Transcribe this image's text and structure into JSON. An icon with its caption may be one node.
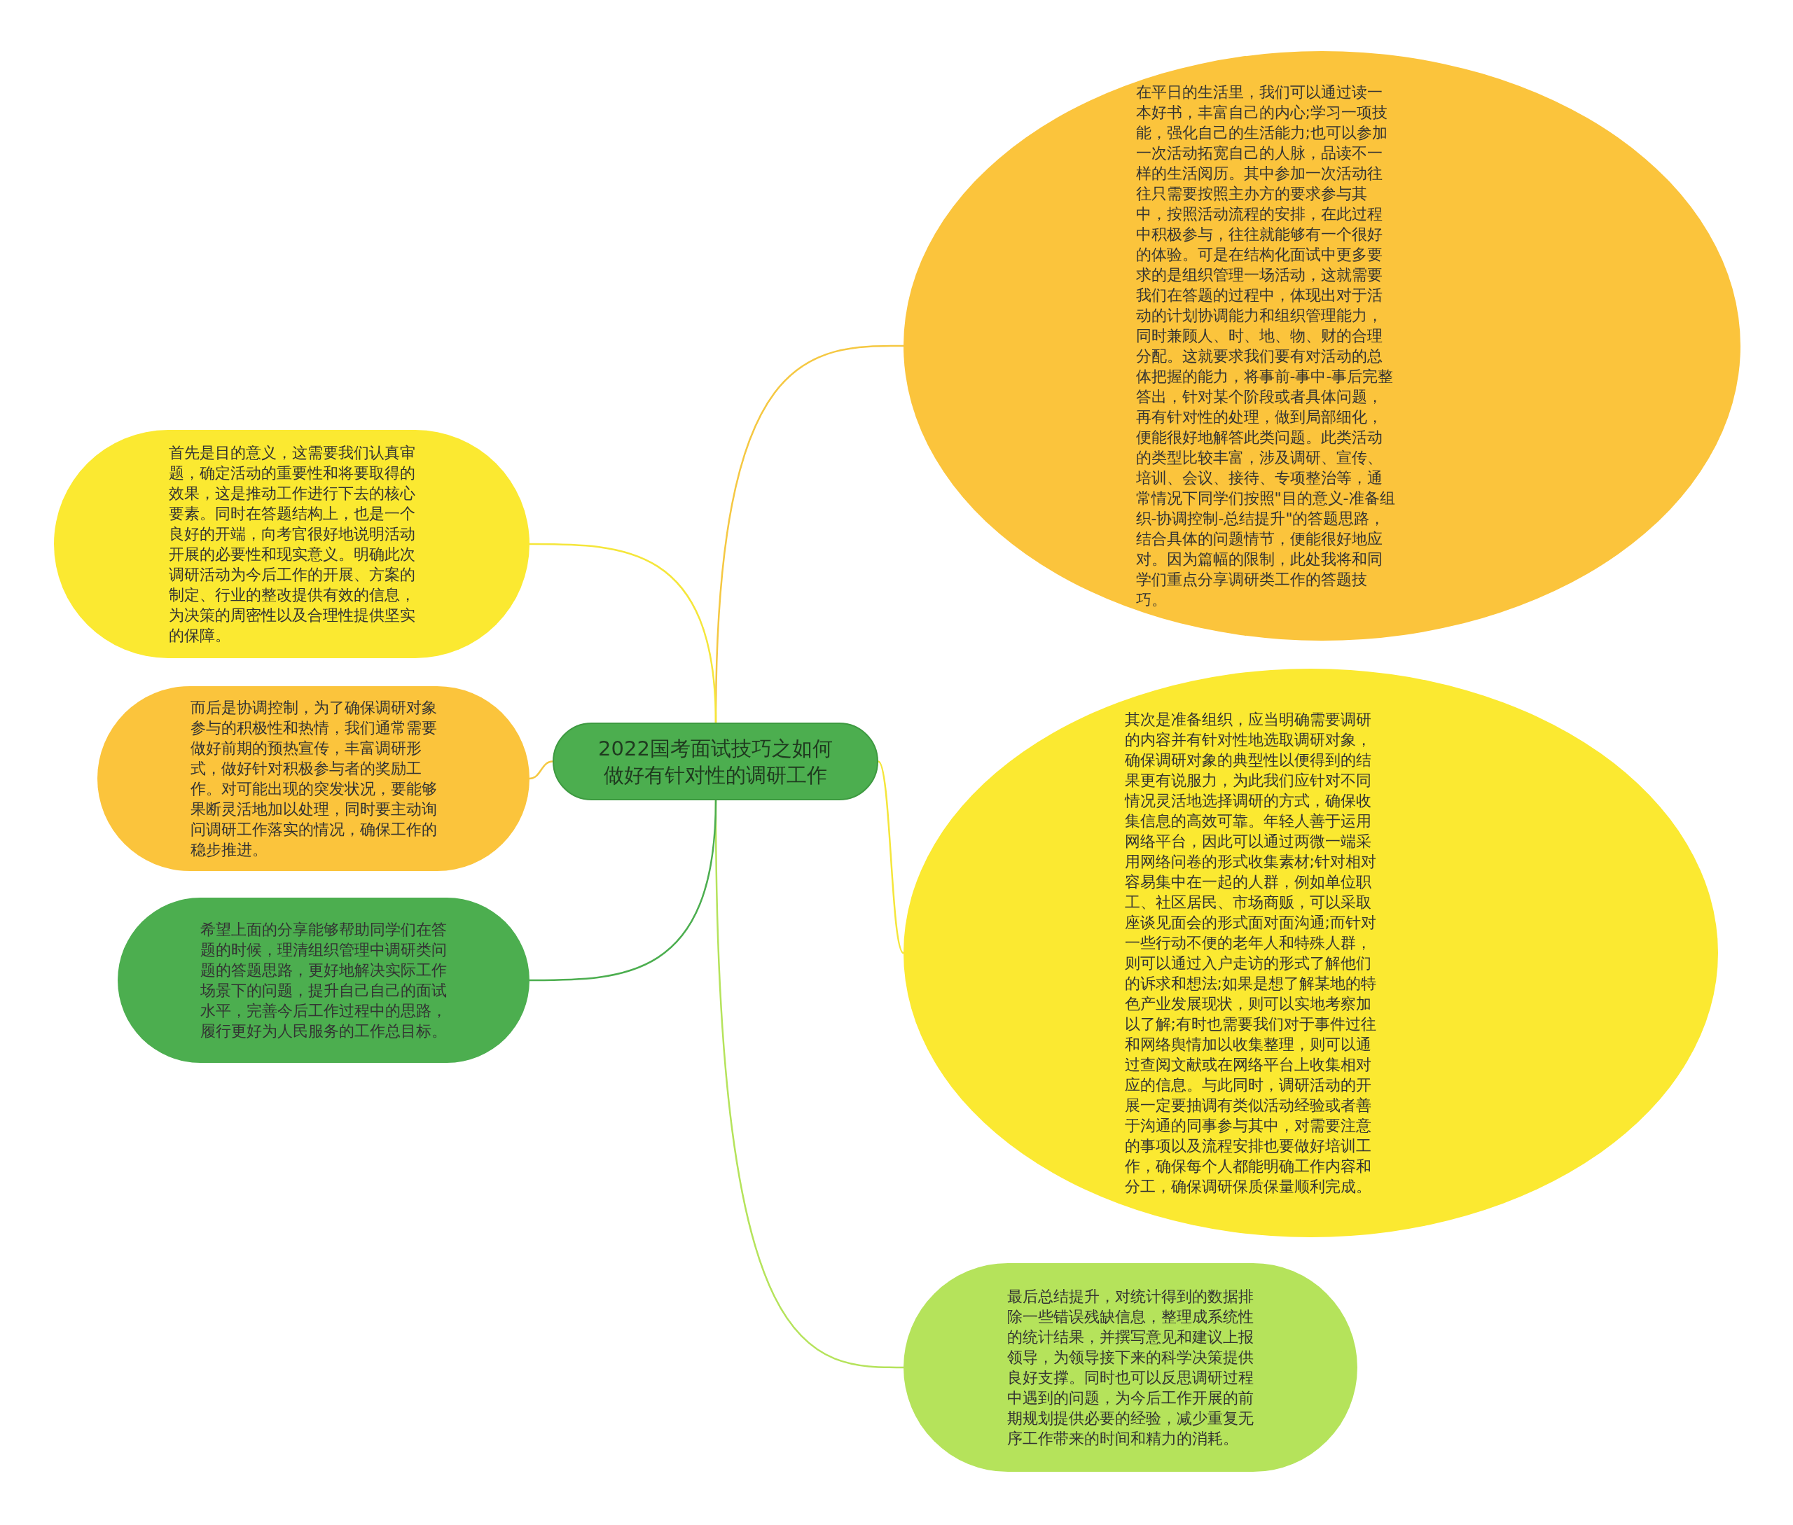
{
  "diagram": {
    "nodes": [
      {
        "text": [
          "2022国考面试技巧之如何做好有针对性的调研工作"
        ]
      },
      {
        "text": [
          "在平日的生活里，我们可以通过读一本好书，丰富自己的内心;学习一项技能，强化自己的生活能力;也可以参加一次活动拓宽自己的人脉，品读不一样的生活阅历。其中参加一次活动往往只需要按照主办方的要求参与其中，按照活动流程的安排，在此过程中积极参与，往往就能够有一个很好的体验。可是在结构化面试中更多要求的是组织管理一场活动，这就需要我们在答题的过程中，体现出对于活动的计划协调能力和组织管理能力，同时兼顾人、时、地、物、财的合理分配。这就要求我们要有对活动的总体把握的能力，将事前-事中-事后完整答出，针对某个阶段或者具体问题，再有针对性的处理，做到局部细化，便能很好地解答此类问题。此类活动的类型比较丰富，涉及调研、宣传、培训、会议、接待、专项整治等，通常情况下同学们按照\"目的意义-准备组织-协调控制-总结提升\"的答题思路，结合具体的问题情节，便能很好地应对。因为篇幅的限制，此处我将和同学们重点分享调研类工作的答题技巧。"
        ]
      },
      {
        "text": [
          "其次是准备组织，应当明确需要调研的内容并有针对性地选取调研对象，确保调研对象的典型性以便得到的结果更有说服力，为此我们应针对不同情况灵活地选择调研的方式，确保收集信息的高效可靠。年轻人善于运用网络平台，因此可以通过两微一端采用网络问卷的形式收集素材;针对相对容易集中在一起的人群，例如单位职工、社区居民、市场商贩，可以采取座谈见面会的形式面对面沟通;而针对一些行动不便的老年人和特殊人群，则可以通过入户走访的形式了解他们的诉求和想法;如果是想了解某地的特色产业发展现状，则可以实地考察加以了解;有时也需要我们对于事件过往和网络舆情加以收集整理，则可以通过查阅文献或在网络平台上收集相对应的信息。与此同时，调研活动的开展一定要抽调有类似活动经验或者善于沟通的同事参与其中，对需要注意的事项以及流程安排也要做好培训工作，确保每个人都能明确工作内容和分工，确保调研保质保量顺利完成。"
        ]
      },
      {
        "text": [
          "最后总结提升，对统计得到的数据排除一些错误残缺信息，整理成系统性的统计结果，并撰写意见和建议上报领导，为领导接下来的科学决策提供良好支撑。同时也可以反思调研过程中遇到的问题，为今后工作开展的前期规划提供必要的经验，减少重复无序工作带来的时间和精力的消耗。"
        ]
      },
      {
        "text": [
          "首先是目的意义，这需要我们认真审题，确定活动的重要性和将要取得的效果，这是推动工作进行下去的核心要素。同时在答题结构上，也是一个良好的开端，向考官很好地说明活动开展的必要性和现实意义。明确此次调研活动为今后工作的开展、方案的制定、行业的整改提供有效的信息，为决策的周密性以及合理性提供坚实的保障。"
        ]
      },
      {
        "text": [
          "而后是协调控制，为了确保调研对象参与的积极性和热情，我们通常需要做好前期的预热宣传，丰富调研形式，做好针对积极参与者的奖励工作。对可能出现的突发状况，要能够果断灵活地加以处理，同时要主动询问调研工作落实的情况，确保工作的稳步推进。"
        ]
      },
      {
        "text": [
          "希望上面的分享能够帮助同学们在答题的时候，理清组织管理中调研类问题的答题思路，更好地解决实际工作场景下的问题，提升自己自己的面试水平，完善今后工作过程中的思路，履行更好为人民服务的工作总目标。"
        ]
      }
    ],
    "edges": [
      {
        "from": 0,
        "to": 1,
        "arrow": "none",
        "color": "#f5c842"
      },
      {
        "from": 0,
        "to": 2,
        "arrow": "none",
        "color": "#f5e63a"
      },
      {
        "from": 0,
        "to": 3,
        "arrow": "none",
        "color": "#b5e35b"
      },
      {
        "from": 0,
        "to": 4,
        "arrow": "none",
        "color": "#f5e63a"
      },
      {
        "from": 0,
        "to": 5,
        "arrow": "none",
        "color": "#f5c842"
      },
      {
        "from": 0,
        "to": 6,
        "arrow": "none",
        "color": "#4cae4f"
      }
    ]
  }
}
